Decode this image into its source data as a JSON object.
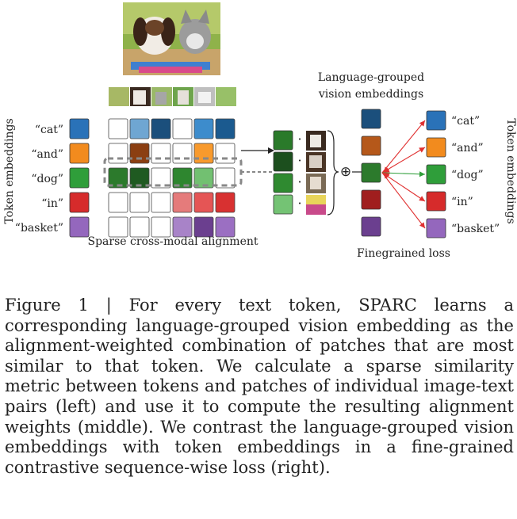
{
  "figure": {
    "tokens": [
      "“cat”",
      "“and”",
      "“dog”",
      "“in”",
      "“basket”"
    ],
    "token_colors": [
      "#2a72b8",
      "#f28b1e",
      "#2f9e3a",
      "#d62b2b",
      "#9467bd"
    ],
    "left_axis_label": "Token embeddings",
    "right_axis_label": "Token embeddings",
    "alignment_label": "Sparse cross-modal alignment",
    "grouped_title_line1": "Language-grouped",
    "grouped_title_line2": "vision embeddings",
    "loss_label": "Finegrained loss",
    "oplus": "⊕",
    "dot": "·",
    "grid_colors": [
      [
        "#ffffff",
        "#6fa6d2",
        "#1b4f7c",
        "#ffffff",
        "#3d8ccc",
        "#1b5a8f"
      ],
      [
        "#ffffff",
        "#8b3f12",
        "#ffffff",
        "#ffffff",
        "#f89a2d",
        "#ffffff"
      ],
      [
        "#2c7a2c",
        "#1f5a21",
        "#ffffff",
        "#2e862f",
        "#72c071",
        "#ffffff"
      ],
      [
        "#ffffff",
        "#ffffff",
        "#ffffff",
        "#e57b7b",
        "#e55555",
        "#d83131"
      ],
      [
        "#ffffff",
        "#ffffff",
        "#ffffff",
        "#a883c8",
        "#6b3f8f",
        "#9b6fc2"
      ]
    ],
    "weight_colors": [
      "#2a7a2a",
      "#1c4f1e",
      "#2f8a30",
      "#74c374"
    ],
    "grouped_colors": [
      "#1b4f7c",
      "#b5581a",
      "#2c7a2c",
      "#a01e1e",
      "#6b3f8f"
    ]
  },
  "caption": {
    "text": "Figure 1 | For every text token, SPARC learns a corresponding language-grouped vision embedding as the alignment-weighted combination of patches that are most similar to that token. We calculate a sparse similarity metric between tokens and patches of individual image-text pairs (left) and use it to compute the resulting alignment weights (middle). We contrast the language-grouped vision embeddings with token embeddings in a fine-grained contrastive sequence-wise loss (right)."
  }
}
